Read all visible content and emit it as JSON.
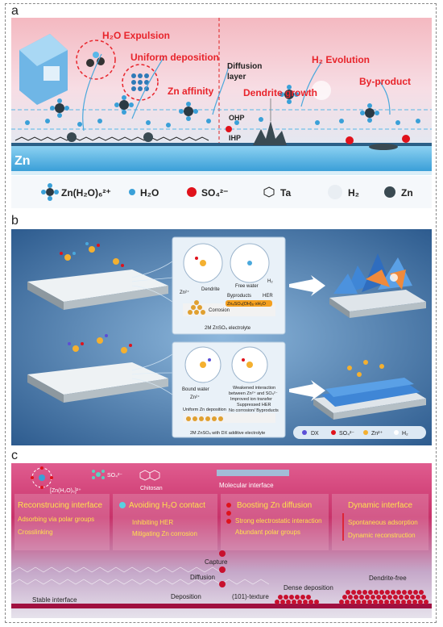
{
  "panels": {
    "a": {
      "letter": "a",
      "labels": {
        "h2o_expulsion": "H₂O Expulsion",
        "uniform_deposition": "Uniform deposition",
        "zn_affinity": "Zn affinity",
        "diffusion_layer_1": "Diffusion",
        "diffusion_layer_2": "layer",
        "h2_evolution": "H₂ Evolution",
        "dendrite_growth": "Dendrite growth",
        "by_product": "By-product",
        "ohp": "OHP",
        "ihp": "IHP",
        "zn_substrate": "Zn"
      },
      "legend": [
        {
          "label": "Zn(H₂O)₆²⁺",
          "icon": "hydrated-zn-icon"
        },
        {
          "label": "H₂O",
          "icon": "water-icon"
        },
        {
          "label": "SO₄²⁻",
          "icon": "sulfate-icon"
        },
        {
          "label": "Ta",
          "icon": "ta-molecule-icon"
        },
        {
          "label": "H₂",
          "icon": "hydrogen-bubble-icon"
        },
        {
          "label": "Zn",
          "icon": "zinc-atom-icon"
        }
      ]
    },
    "b": {
      "letter": "b",
      "top_box": {
        "zn2": "Zn²⁺",
        "dendrite": "Dendrite",
        "free_water": "Free water",
        "h2": "H₂",
        "byproducts": "Byproducts",
        "her": "HER",
        "corrosion": "Corrosion",
        "formula": "Zn₄SO₄(OH)₆·xH₂O",
        "caption": "2M ZnSO₄ electrolyte"
      },
      "bottom_box": {
        "bound_water": "Bound water",
        "zn2": "Zn²⁺",
        "weakened_1": "Weakened interaction",
        "weakened_2": "between Zn²⁺ and SO₄²⁻",
        "improved": "Improved ion transfer",
        "suppressed": "Suppressed HER",
        "no_corrosion": "No corrosion/ Byproducts",
        "uniform": "Uniform Zn deposition",
        "caption": "2M ZnSO₄ with DX additive electrolyte"
      },
      "legend": [
        {
          "label": "DX",
          "icon": "dx-icon"
        },
        {
          "label": "SO₄²⁻",
          "icon": "sulfate-icon"
        },
        {
          "label": "Zn²⁺",
          "icon": "zinc-ion-icon"
        },
        {
          "label": "H₂",
          "icon": "hydrogen-icon"
        }
      ]
    },
    "c": {
      "letter": "c",
      "top_labels": {
        "zn_complex": "[Zn(H₂O)₆]²⁺",
        "so4": "SO₄²⁻",
        "chitosan": "Chitosan",
        "molecular_interface": "Molecular interface"
      },
      "boxes": [
        {
          "title": "Reconstrucing interface",
          "items": [
            "Adsorbing via polar groups",
            "Crosslinking"
          ]
        },
        {
          "title": "Avoiding H₂O contact",
          "items": [
            "Inhibiting HER",
            "Mitigating Zn corrosion"
          ]
        },
        {
          "title": "Boosting Zn diffusion",
          "items": [
            "Strong electrostatic interaction",
            "Abundant polar groups"
          ]
        },
        {
          "title": "Dynamic interface",
          "items": [
            "Spontaneous adsorption",
            "Dynamic reconstruction"
          ]
        }
      ],
      "bottom_labels": {
        "capture": "Capture",
        "diffusion": "Diffusion",
        "deposition": "Deposition",
        "texture": "(101)-texture",
        "dense_deposition": "Dense deposition",
        "dendrite_free": "Dendrite-free",
        "stable_interface": "Stable interface"
      }
    }
  },
  "colors": {
    "panel_a_top": "#f6c6cc",
    "panel_a_bottom": "#bfe6f5",
    "panel_b_bg": "#4f7fb3",
    "panel_c_bg": "#c9326a",
    "red_label": "#e8242b",
    "yellow_title": "#ffe14d",
    "zn_substrate": "#4aa8dc"
  }
}
